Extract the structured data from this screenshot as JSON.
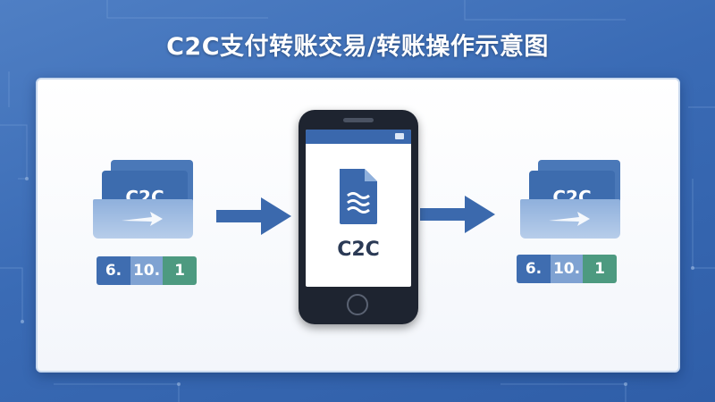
{
  "title": "C2C支付转账交易/转账操作示意图",
  "left_stack": {
    "card_label": "C2C",
    "chips": [
      "6.",
      "10.",
      "1"
    ]
  },
  "phone": {
    "screen_label": "C2C"
  },
  "right_stack": {
    "card_label": "C2C",
    "chips": [
      "6.",
      "10.",
      "1"
    ]
  },
  "colors": {
    "background": "#3a6bb5",
    "accent_blue": "#3d6cae",
    "accent_green": "#4d9a80",
    "panel": "#ffffff",
    "phone_body": "#1e2430"
  },
  "icons": [
    "document-icon",
    "arrow-right-icon"
  ]
}
